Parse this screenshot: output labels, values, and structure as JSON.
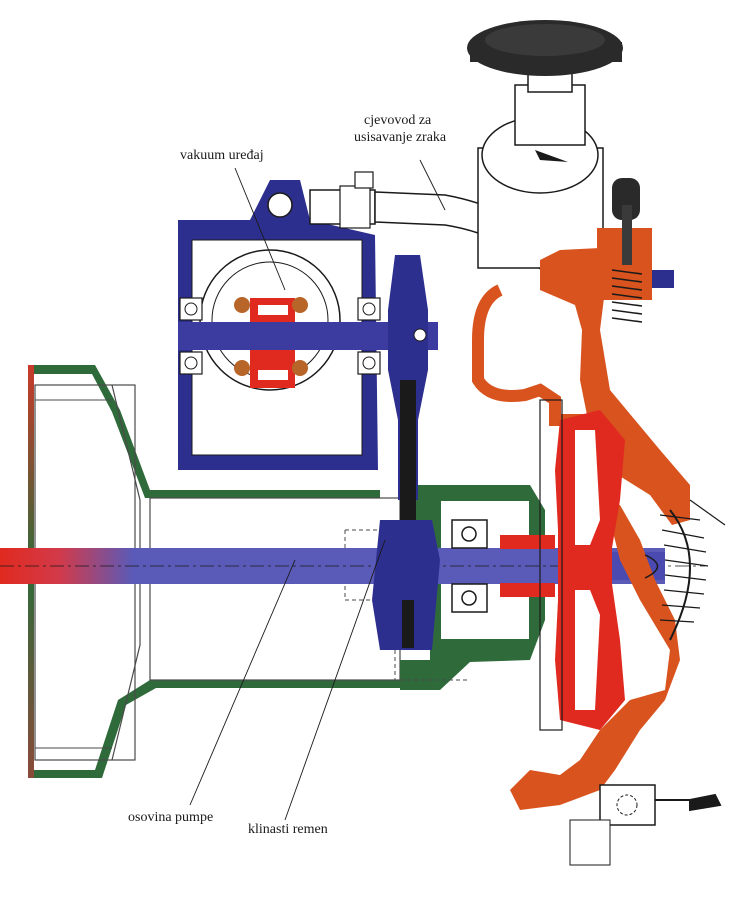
{
  "labels": {
    "vacuum_device": "vakuum uređaj",
    "air_pipe_line1": "cjevovod za",
    "air_pipe_line2": "usisavanje zraka",
    "pump_shaft": "osovina pumpe",
    "v_belt": "klinasti remen"
  },
  "colors": {
    "vacuum_blue": "#2d2f8f",
    "shaft_blue": "#5a5ab8",
    "housing_orange": "#d9531e",
    "impeller_red": "#e02a1f",
    "frame_green": "#2f6b3a",
    "outline_gray": "#4a4a4a",
    "wheel_dark": "#2a2a2a"
  }
}
